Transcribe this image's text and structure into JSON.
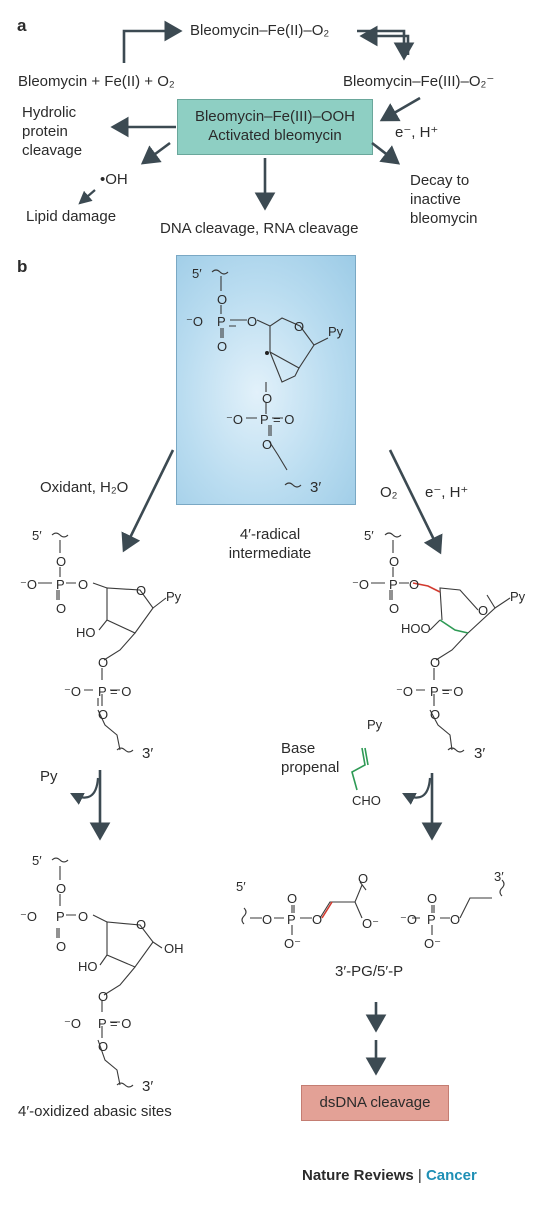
{
  "panel_a": {
    "label": "a",
    "top_complex": "Bleomycin–Fe(II)–O₂",
    "reactants": "Bleomycin + Fe(II) + O₂",
    "superoxo": "Bleomycin–Fe(III)–O₂⁻",
    "center_line1": "Bleomycin–Fe(III)–OOH",
    "center_line2": "Activated bleomycin",
    "electron": "e⁻, H⁺",
    "hydrolic_1": "Hydrolic",
    "hydrolic_2": "protein",
    "hydrolic_3": "cleavage",
    "oh": "•OH",
    "lipid": "Lipid damage",
    "dna_rna": "DNA cleavage, RNA cleavage",
    "decay_1": "Decay to",
    "decay_2": "inactive",
    "decay_3": "bleomycin",
    "colors": {
      "center_box": "#8ecfc3",
      "arrow": "#3c4a52"
    }
  },
  "panel_b": {
    "label": "b",
    "radical_caption_1": "4′-radical",
    "radical_caption_2": "intermediate",
    "left_condition": "Oxidant, H₂O",
    "right_o2": "O₂",
    "right_electron": "e⁻, H⁺",
    "py_released": "Py",
    "abasic_caption": "4′-oxidized abasic sites",
    "base_propenal_1": "Base",
    "base_propenal_2": "propenal",
    "propenal_py": "Py",
    "propenal_cho": "CHO",
    "pg_caption": "3′-PG/5′-P",
    "dsdna": "dsDNA cleavage",
    "colors": {
      "radical_box": "#a9d4ec",
      "dsdna_box": "#e3a196",
      "red_bond": "#d23a2f",
      "green_bond": "#2e9a55"
    }
  },
  "molecules": {
    "five_prime": "5′",
    "three_prime": "3′",
    "o": "O",
    "p": "P",
    "py": "Py",
    "o_minus": "⁻O",
    "ho": "HO",
    "hoo": "HOO",
    "oh": "OH",
    "o_minus_right": "O⁻",
    "eq_o": "= O"
  },
  "footer": {
    "publisher": "Nature Reviews",
    "separator": " | ",
    "journal": "Cancer",
    "journal_color": "#1f8fb5"
  }
}
